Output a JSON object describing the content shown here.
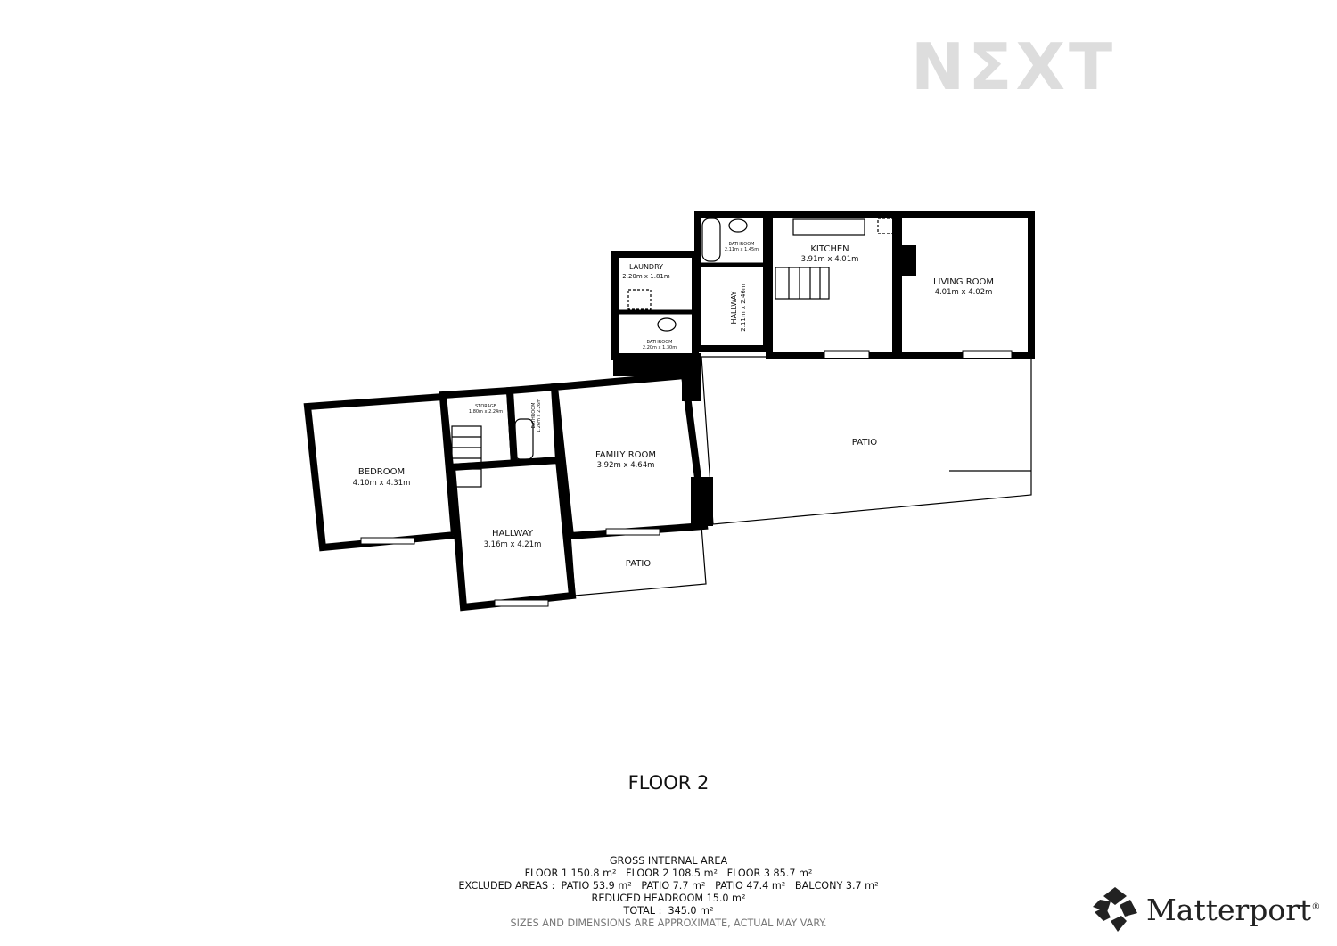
{
  "brand": {
    "logo_text": "NEXT",
    "matterport": "Matterport",
    "registered": "®"
  },
  "rooms": {
    "laundry": {
      "name": "LAUNDRY",
      "dims": "2.20m x 1.81m"
    },
    "bathroom_a": {
      "name": "BATHROOM",
      "dims": "2.11m x 1.45m"
    },
    "bathroom_b": {
      "name": "BATHROOM",
      "dims": "2.20m x 1.30m"
    },
    "hallway_upper": {
      "name": "HALLWAY",
      "dims": "2.11m x 2.46m"
    },
    "kitchen": {
      "name": "KITCHEN",
      "dims": "3.91m x 4.01m"
    },
    "living_room": {
      "name": "LIVING ROOM",
      "dims": "4.01m x 4.02m"
    },
    "storage": {
      "name": "STORAGE",
      "dims": "1.80m x 2.24m"
    },
    "bathroom_c": {
      "name": "BATHROOM",
      "dims": "1.26m x 2.26m"
    },
    "bedroom": {
      "name": "BEDROOM",
      "dims": "4.10m x 4.31m"
    },
    "family_room": {
      "name": "FAMILY ROOM",
      "dims": "3.92m x 4.64m"
    },
    "hallway_lower": {
      "name": "HALLWAY",
      "dims": "3.16m x 4.21m"
    },
    "patio_large": {
      "name": "PATIO"
    },
    "patio_small": {
      "name": "PATIO"
    }
  },
  "floor_title": "FLOOR 2",
  "area": {
    "heading": "GROSS INTERNAL AREA",
    "floors": "FLOOR 1 150.8 m²   FLOOR 2 108.5 m²   FLOOR 3 85.7 m²",
    "excluded": "EXCLUDED AREAS :  PATIO 53.9 m²   PATIO 7.7 m²   PATIO 47.4 m²   BALCONY 3.7 m²",
    "reduced": "REDUCED HEADROOM 15.0 m²",
    "total": "TOTAL :  345.0 m²",
    "note": "SIZES AND DIMENSIONS ARE APPROXIMATE, ACTUAL MAY VARY."
  }
}
